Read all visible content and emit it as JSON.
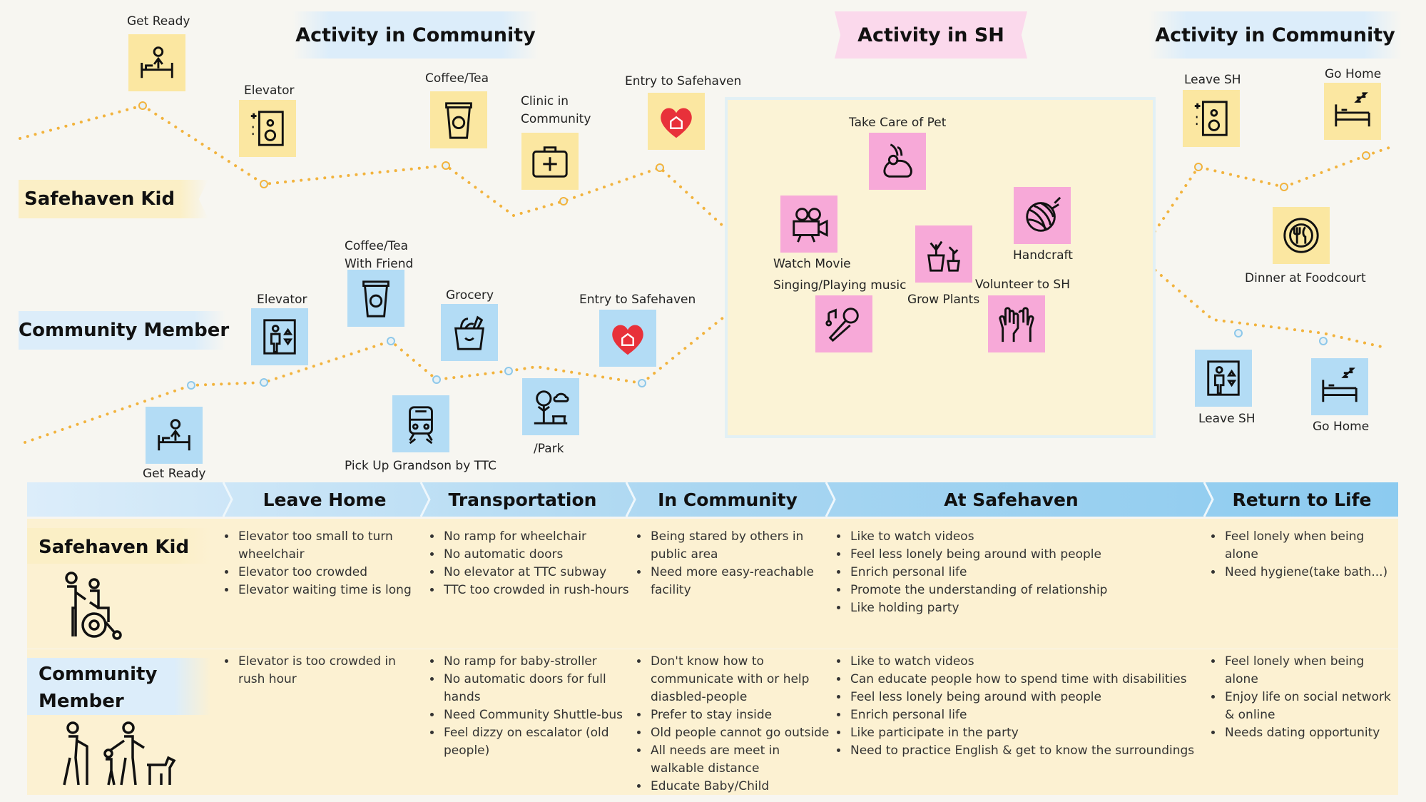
{
  "headers": {
    "left_community": "Activity in Community",
    "sh": "Activity in SH",
    "right_community": "Activity in Community"
  },
  "rows": {
    "kid": "Safehaven Kid",
    "member": "Community Member"
  },
  "kid_steps": {
    "get_ready": "Get Ready",
    "elevator": "Elevator",
    "coffee": "Coffee/Tea",
    "clinic": "Clinic in Community",
    "entry": "Entry to Safehaven",
    "leave_sh": "Leave SH",
    "go_home": "Go Home",
    "dinner": "Dinner at Foodcourt"
  },
  "member_steps": {
    "get_ready": "Get Ready",
    "elevator": "Elevator",
    "coffee": "Coffee/Tea With Friend",
    "grocery": "Grocery",
    "pickup": "Pick Up Grandson by TTC",
    "park": "/Park",
    "entry": "Entry to Safehaven",
    "leave_sh": "Leave SH",
    "go_home": "Go Home"
  },
  "sh_activities": {
    "pet": "Take Care of Pet",
    "movie": "Watch Movie",
    "singing": "Singing/Playing music",
    "plants": "Grow Plants",
    "handcraft": "Handcraft",
    "volunteer": "Volunteer to SH"
  },
  "phases": [
    "Leave Home",
    "Transportation",
    "In Community",
    "At Safehaven",
    "Return to Life"
  ],
  "table": {
    "kid_label": "Safehaven Kid",
    "member_label": "Community Member",
    "kid": {
      "leave_home": [
        "Elevator too small to turn wheelchair",
        "Elevator too crowded",
        "Elevator waiting time is long"
      ],
      "transportation": [
        "No ramp for wheelchair",
        "No automatic doors",
        "No elevator at TTC subway",
        "TTC too crowded in rush-hours"
      ],
      "in_community": [
        "Being stared by others in public area",
        "Need more easy-reachable facility"
      ],
      "at_safehaven": [
        "Like to watch videos",
        "Feel less lonely being around with people",
        "Enrich personal life",
        "Promote the understanding of relationship",
        "Like holding party"
      ],
      "return_to_life": [
        "Feel lonely when being alone",
        "Need hygiene(take bath...)"
      ]
    },
    "member": {
      "leave_home": [
        "Elevator is too crowded in rush hour"
      ],
      "transportation": [
        "No ramp for baby-stroller",
        "No automatic doors for full hands",
        "Need Community Shuttle-bus",
        "Feel dizzy on escalator (old people)"
      ],
      "in_community": [
        "Don't know how to communicate with or help diasbled-people",
        "Prefer to stay inside",
        "Old people cannot go outside",
        "All needs are meet in walkable distance",
        "Educate Baby/Child"
      ],
      "at_safehaven": [
        "Like to watch videos",
        "Can educate people how to spend time with disabilities",
        "Feel less lonely being around with people",
        "Enrich personal life",
        "Like participate in the party",
        "Need to practice English & get to know the surroundings"
      ],
      "return_to_life": [
        "Feel lonely when being alone",
        "Enjoy life on social network & online",
        "Needs dating opportunity"
      ]
    }
  },
  "colors": {
    "dots": "#f2b33d",
    "yellow_tile": "#fbe7a1",
    "blue_tile": "#b3dcf5",
    "pink_tile": "#f7a9d8",
    "heart": "#e8313a"
  }
}
